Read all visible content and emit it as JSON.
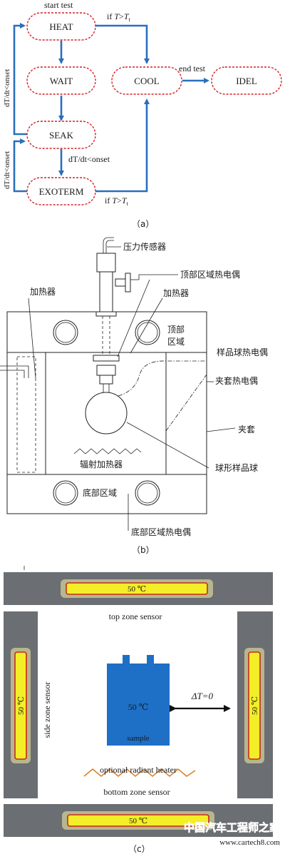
{
  "panel_a": {
    "caption": "（a）",
    "states": {
      "heat": "HEAT",
      "wait": "WAIT",
      "seak": "SEAK",
      "exoterm": "EXOTERM",
      "cool": "COOL",
      "idel": "IDEL"
    },
    "labels": {
      "start_test": "start test",
      "if_t_gt_tt_top_prefix": "if ",
      "if_t_gt_tt_top_var": "T",
      "if_t_gt_tt_top_op": ">",
      "if_t_gt_tt_top_tvar": "T",
      "if_t_gt_tt_top_sub": "t",
      "end_test": "end test",
      "dt_onset_left_upper": "dT/dt<onset",
      "dt_onset_left_lower": "dT/dt<onset",
      "dt_onset_mid": "dT/dt<onset",
      "if_t_gt_tt_bottom_prefix": "if ",
      "if_t_gt_tt_bottom_var": "T",
      "if_t_gt_tt_bottom_op": ">",
      "if_t_gt_tt_bottom_tvar": "T",
      "if_t_gt_tt_bottom_sub": "t"
    }
  },
  "panel_b": {
    "caption": "（b）",
    "labels": {
      "pressure_sensor": "压力传感器",
      "top_zone_thermocouple": "顶部区域热电偶",
      "heater_top": "加热器",
      "heater_left": "加热器",
      "top_zone_line1": "顶部",
      "top_zone_line2": "区域",
      "sample_ball_thermocouple": "样品球热电偶",
      "jacket_thermocouple": "夹套热电偶",
      "jacket": "夹套",
      "spherical_sample_ball": "球形样品球",
      "radiant_heater": "辐射加热器",
      "bottom_zone": "底部区域",
      "bottom_zone_thermocouple": "底部区域热电偶"
    }
  },
  "panel_c": {
    "caption": "（c）",
    "top_heater_temp": "50 ℃",
    "bottom_heater_temp": "50 ℃",
    "left_heater_temp": "50 ℃",
    "right_heater_temp": "50 ℃",
    "sample_temp": "50 ℃",
    "sample_label": "sample",
    "top_zone_sensor": "top zone sensor",
    "bottom_zone_sensor": "bottom zone sensor",
    "side_zone_sensor": "side zone sensor",
    "optional_radiant_heater": "optional radiant heater",
    "delta_t": "ΔT=0",
    "watermark_cn": "中国汽车工程师之家",
    "watermark_url": "www.cartech8.com",
    "colors": {
      "zone": "#6b6e72",
      "heater_fill": "#f3ee27",
      "heater_border": "#c72a1a",
      "sample": "#1e6fc6",
      "radiant": "#d9822b"
    }
  }
}
